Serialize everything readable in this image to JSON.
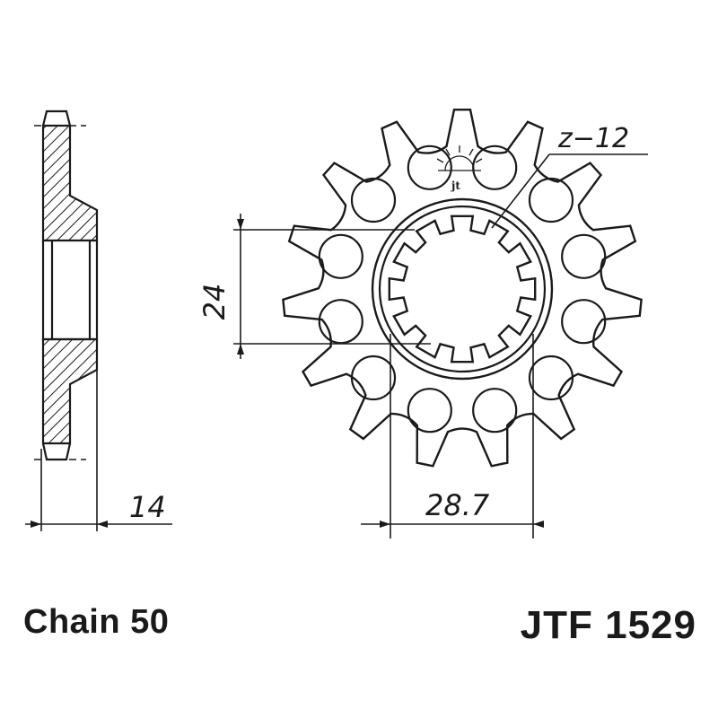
{
  "drawing": {
    "tooth_count_label": "z−12",
    "spline_diameter_label": "24",
    "width_label": "14",
    "pitch_label": "28.7",
    "logo_text": "jt"
  },
  "footer": {
    "chain_label": "Chain 50",
    "part_number": "JTF 1529"
  },
  "colors": {
    "ink": "#1a1a1a",
    "background": "#ffffff"
  },
  "icons": [
    "sun-logo-icon",
    "arrow-head-icon"
  ]
}
